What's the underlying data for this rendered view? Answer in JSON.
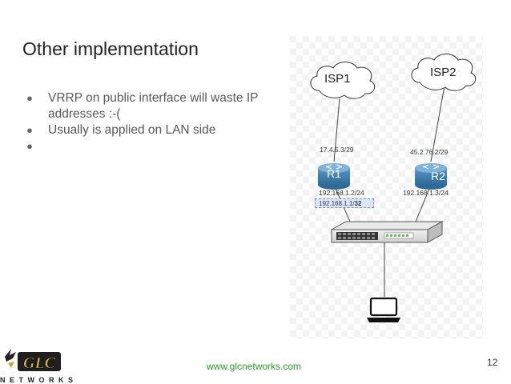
{
  "slide": {
    "title": "Other implementation",
    "bullets": [
      "VRRP on public interface will waste IP addresses :-(",
      "Usually is applied on LAN side",
      ""
    ],
    "bullet_symbol": "●",
    "page_number": "12",
    "website": "www.glcnetworks.com"
  },
  "logo": {
    "text": "GLC",
    "subtext": "NETWORKS"
  },
  "diagram": {
    "isp1": "ISP1",
    "isp2": "ISP2",
    "r1_label": "R1",
    "r2_label": "R2",
    "r1_wan_ip": "17.4.5.3/29",
    "r2_wan_ip": "45.2.76.2/29",
    "r1_lan_ip": "192.168.1.2/24",
    "r2_lan_ip": "192.168.1.3/24",
    "vip_prefix": "192.168.1.1/",
    "vip_mask": "32"
  },
  "colors": {
    "website": "#2b9a2b",
    "router": "#3e7fb0",
    "vip_box": "#dde6f7"
  }
}
